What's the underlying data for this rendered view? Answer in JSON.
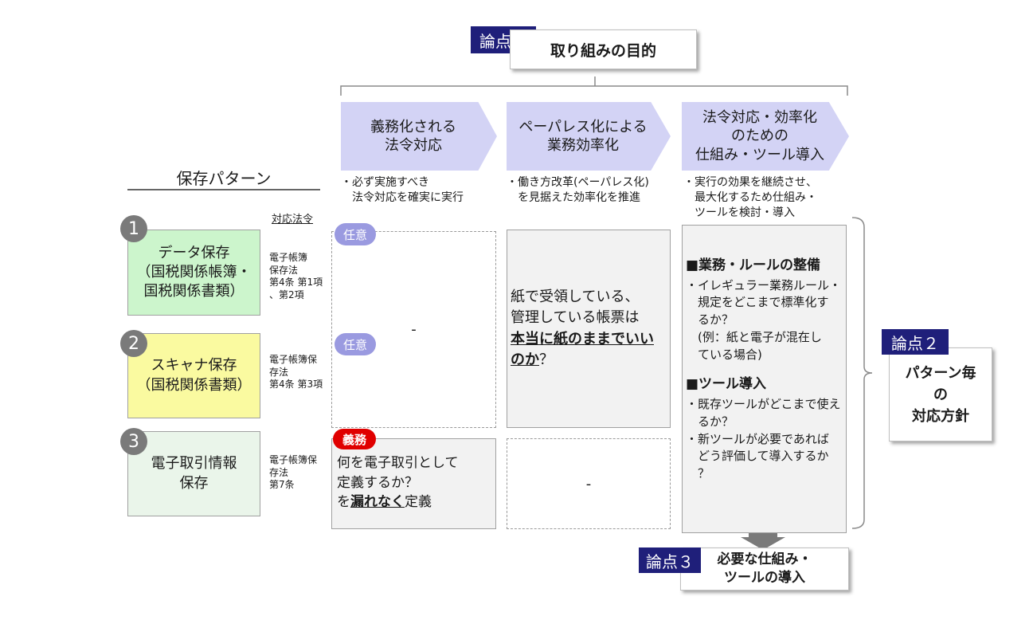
{
  "top": {
    "tag": "論点１",
    "title": "取り組みの目的"
  },
  "arrows": [
    {
      "lines": [
        "義務化される",
        "法令対応"
      ]
    },
    {
      "lines": [
        "ペーパレス化による",
        "業務効率化"
      ]
    },
    {
      "lines": [
        "法令対応・効率化",
        "のための",
        "仕組み・ツール導入"
      ]
    }
  ],
  "notes": [
    {
      "lines": [
        "・必ず実施すべき",
        "　法令対応を確実に実行"
      ]
    },
    {
      "lines": [
        "・働き方改革(ペーパレス化)",
        "　を見据えた効率化を推進"
      ]
    },
    {
      "lines": [
        "・実行の効果を継続させ、",
        "　最大化するため仕組み・",
        "　ツールを検討・導入"
      ]
    }
  ],
  "pattern_header": "保存パターン",
  "law_header": "対応法令",
  "patterns": [
    {
      "num": "1",
      "lines": [
        "データ保存",
        "（国税関係帳簿・",
        "国税関係書類）"
      ],
      "law": [
        "電子帳簿",
        "保存法",
        "第4条 第1項",
        "、第2項"
      ],
      "bg": "#ccf5cc"
    },
    {
      "num": "2",
      "lines": [
        "スキャナ保存",
        "（国税関係書類）"
      ],
      "law": [
        "電子帳簿保",
        "存法",
        "第4条 第3項"
      ],
      "bg": "#fafaa0"
    },
    {
      "num": "3",
      "lines": [
        "電子取引情報",
        "保存"
      ],
      "law": [
        "電子帳簿保",
        "存法",
        "第7条"
      ],
      "bg": "#eaf5ea"
    }
  ],
  "badges": {
    "optional": "任意",
    "mandatory": "義務"
  },
  "colors": {
    "tag": "#1f1f7a",
    "arrow": "#d3d3f5",
    "optional": "#9a9ae0",
    "mandatory": "#e00000",
    "box": "#f2f2f2"
  },
  "cells": {
    "dash": "-",
    "paper_lines": [
      "紙で受領している、",
      "管理している帳票は"
    ],
    "paper_bold1": "本当に紙のままでいい",
    "paper_bold2": "のか",
    "paper_end": "？",
    "ec_lines": [
      "何を電子取引として",
      "定義するか？"
    ],
    "ec_pre": "を",
    "ec_bold": "漏れなく",
    "ec_post": "定義"
  },
  "right_panel": {
    "h1": "■業務・ルールの整備",
    "b1": [
      "・イレギュラー業務ルール・",
      "　規定をどこまで標準化す",
      "　るか？",
      "　(例：紙と電子が混在し",
      "　ている場合)"
    ],
    "h2": "■ツール導入",
    "b2": [
      "・既存ツールがどこまで使え",
      "　るか？",
      "・新ツールが必要であれば",
      "　どう評価して導入するか",
      "　？"
    ]
  },
  "point2": {
    "tag": "論点２",
    "lines": [
      "パターン毎",
      "の",
      "対応方針"
    ]
  },
  "point3": {
    "tag": "論点３",
    "lines": [
      "必要な仕組み・",
      "ツールの導入"
    ]
  }
}
